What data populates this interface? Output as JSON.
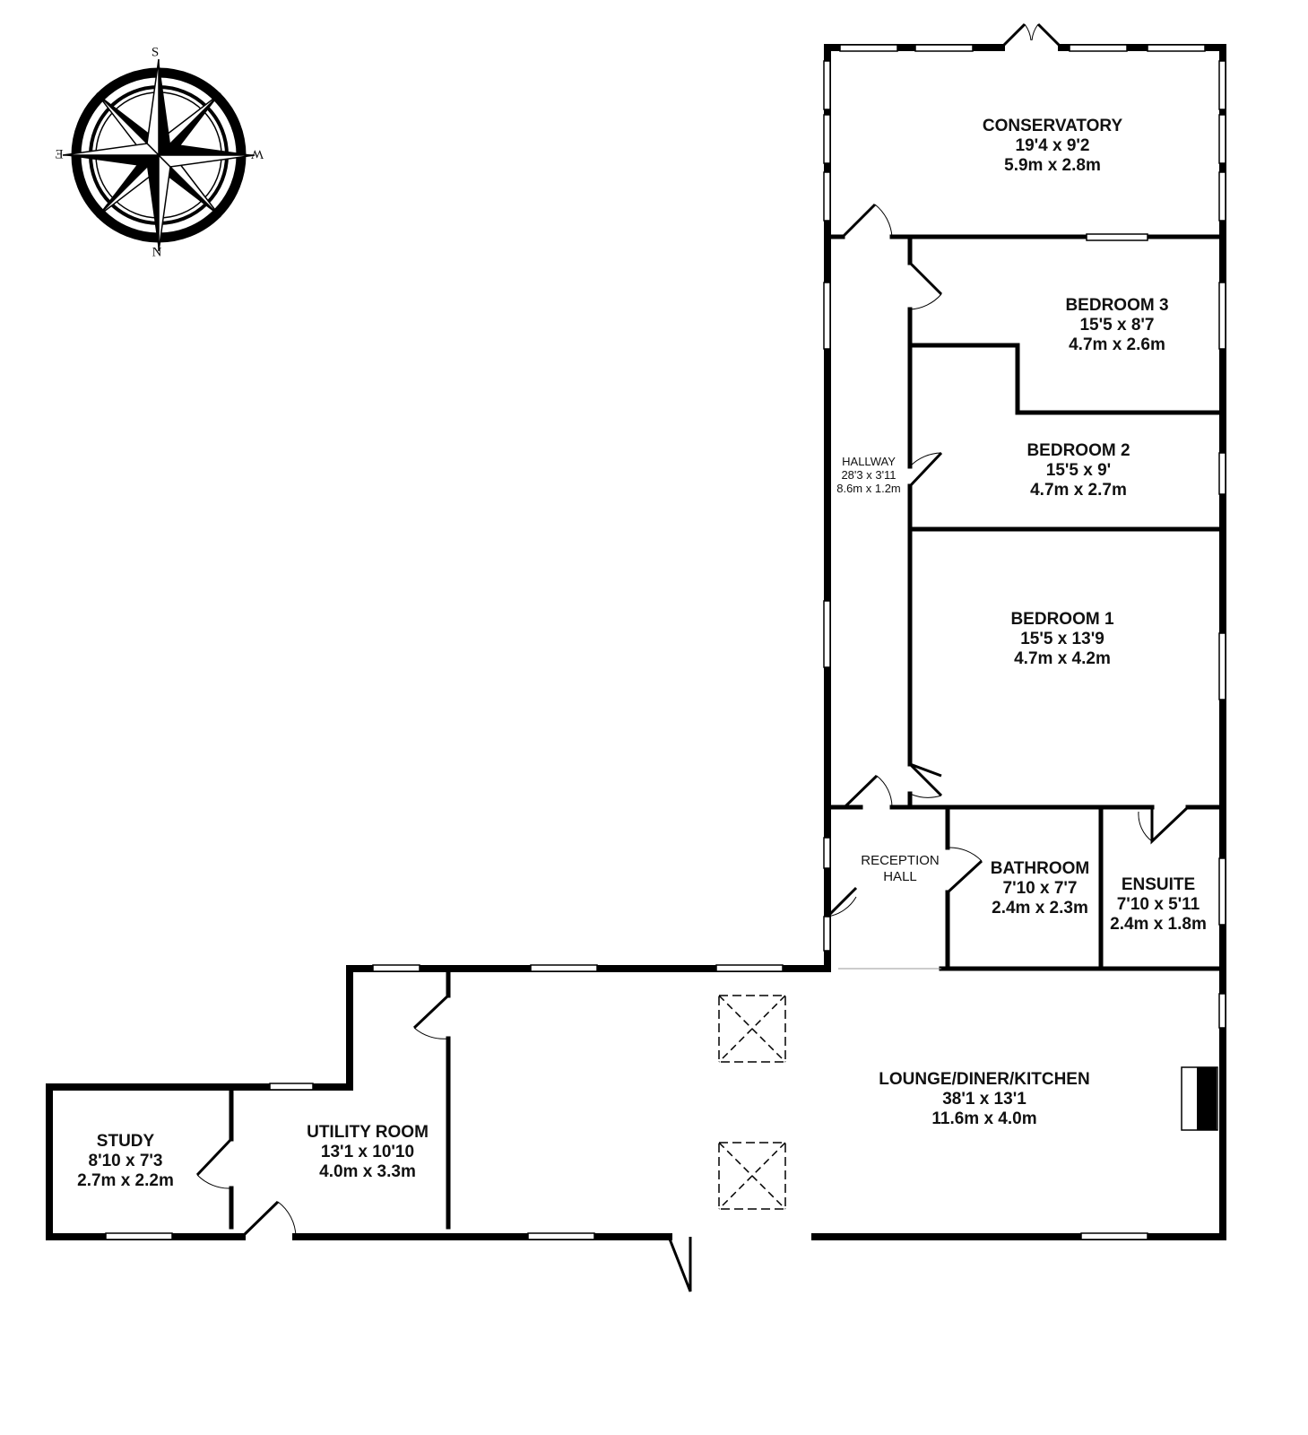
{
  "compass": {
    "top": "S",
    "bottom": "N",
    "left": "E",
    "right": "W"
  },
  "rooms": {
    "conservatory": {
      "name": "CONSERVATORY",
      "imperial": "19'4 x 9'2",
      "metric": "5.9m x 2.8m"
    },
    "bedroom3": {
      "name": "BEDROOM 3",
      "imperial": "15'5 x 8'7",
      "metric": "4.7m x 2.6m"
    },
    "bedroom2": {
      "name": "BEDROOM 2",
      "imperial": "15'5 x 9'",
      "metric": "4.7m x 2.7m"
    },
    "bedroom1": {
      "name": "BEDROOM 1",
      "imperial": "15'5 x 13'9",
      "metric": "4.7m x 4.2m"
    },
    "hallway": {
      "name": "HALLWAY",
      "imperial": "28'3 x 3'11",
      "metric": "8.6m x 1.2m"
    },
    "reception_hall": {
      "line1": "RECEPTION",
      "line2": "HALL"
    },
    "bathroom": {
      "name": "BATHROOM",
      "imperial": "7'10 x 7'7",
      "metric": "2.4m x 2.3m"
    },
    "ensuite": {
      "name": "ENSUITE",
      "imperial": "7'10 x 5'11",
      "metric": "2.4m x 1.8m"
    },
    "lounge": {
      "name": "LOUNGE/DINER/KITCHEN",
      "imperial": "38'1 x 13'1",
      "metric": "11.6m x 4.0m"
    },
    "utility": {
      "name": "UTILITY ROOM",
      "imperial": "13'1 x 10'10",
      "metric": "4.0m x 3.3m"
    },
    "study": {
      "name": "STUDY",
      "imperial": "8'10 x 7'3",
      "metric": "2.7m x 2.2m"
    }
  }
}
